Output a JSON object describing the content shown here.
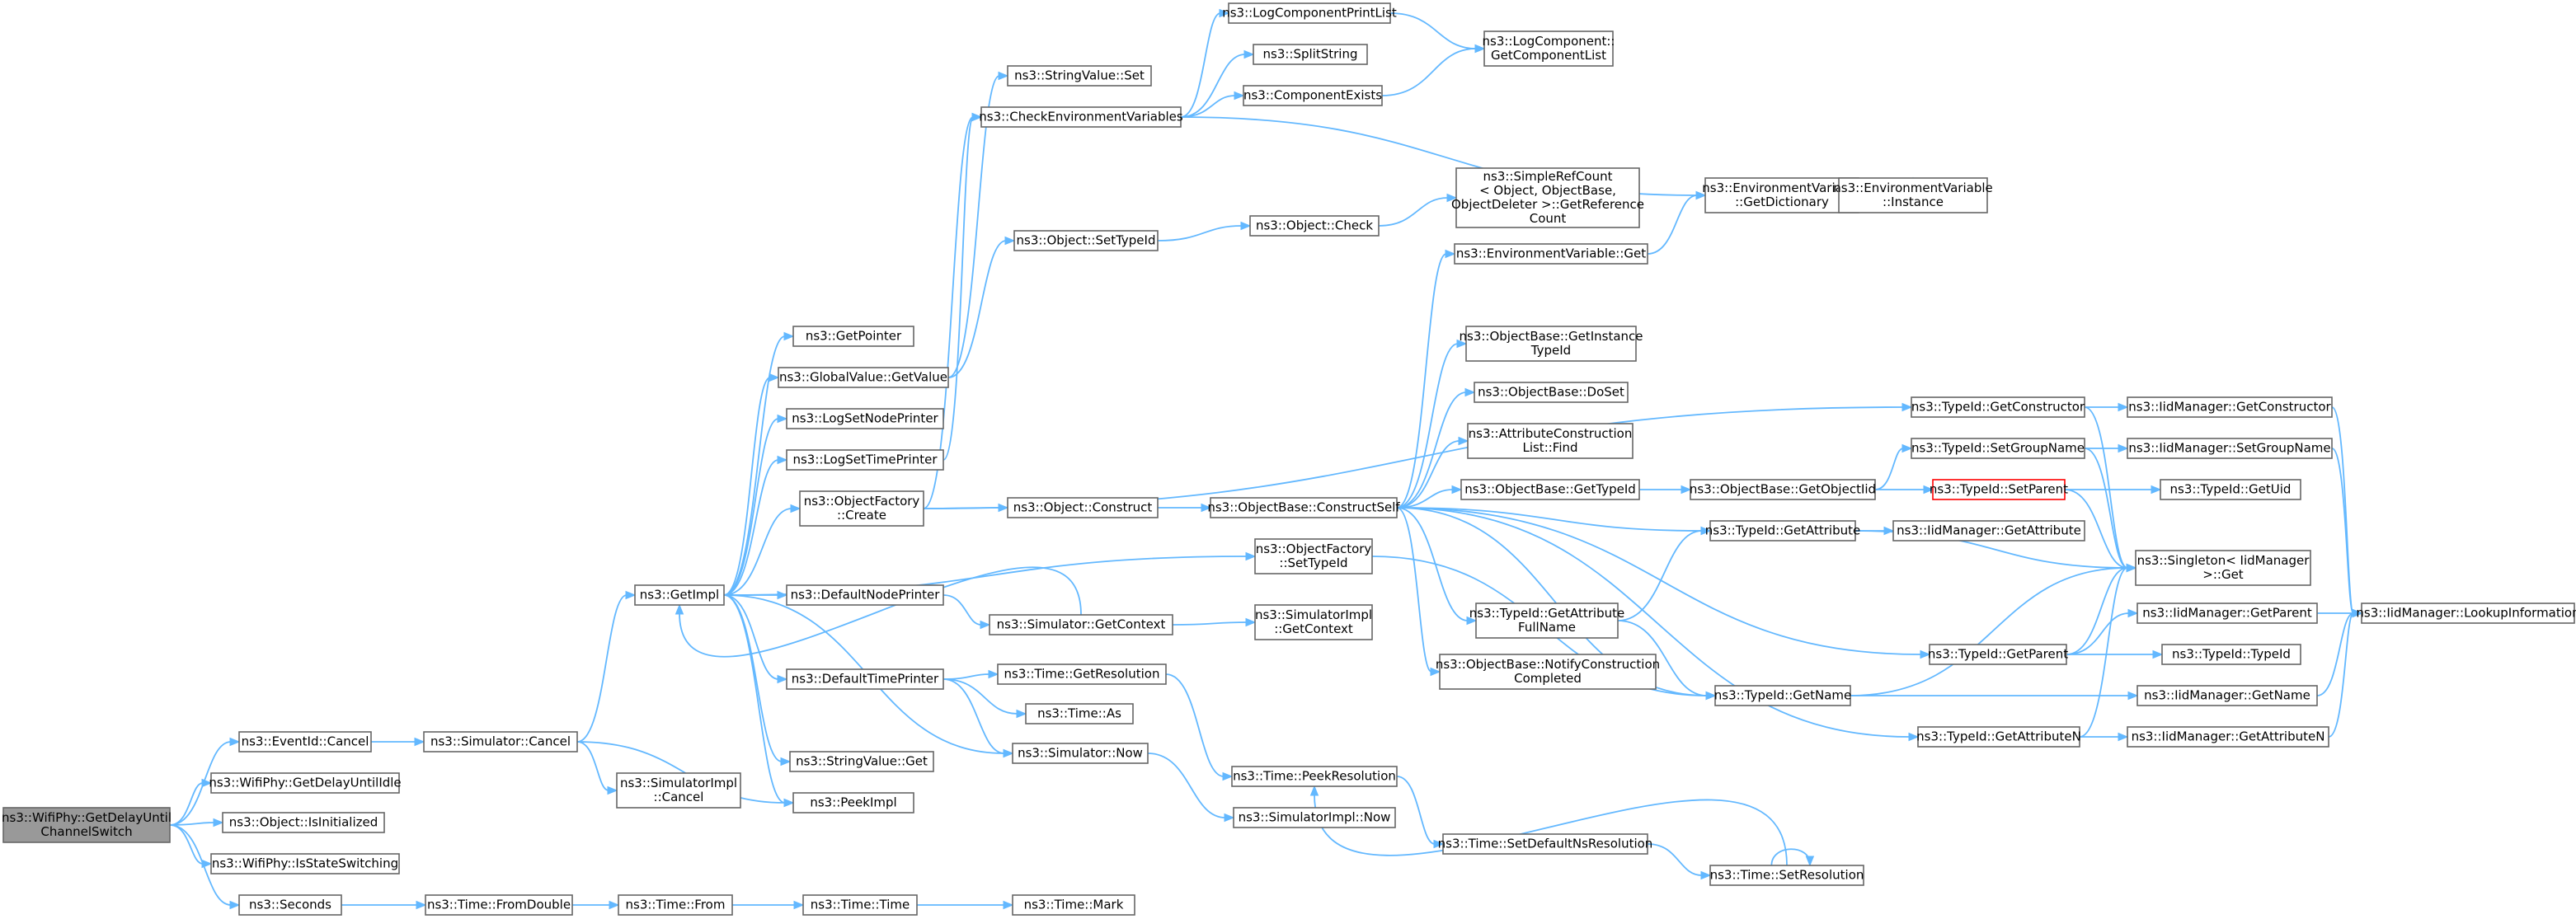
{
  "colors": {
    "edge": "#63b8ff",
    "node_border": "#666666",
    "root_fill": "#999999",
    "highlight_border": "#ff0000"
  },
  "nodes": [
    {
      "id": "root",
      "lines": [
        "ns3::WifiPhy::GetDelayUntil",
        "ChannelSwitch"
      ]
    },
    {
      "id": "eventid_cancel",
      "lines": [
        "ns3::EventId::Cancel"
      ]
    },
    {
      "id": "wifiphy_getdelayidle",
      "lines": [
        "ns3::WifiPhy::GetDelayUntilIdle"
      ]
    },
    {
      "id": "object_isinitialized",
      "lines": [
        "ns3::Object::IsInitialized"
      ]
    },
    {
      "id": "wifiphy_isstateswitching",
      "lines": [
        "ns3::WifiPhy::IsStateSwitching"
      ]
    },
    {
      "id": "seconds",
      "lines": [
        "ns3::Seconds"
      ]
    },
    {
      "id": "simulator_cancel",
      "lines": [
        "ns3::Simulator::Cancel"
      ]
    },
    {
      "id": "time_fromdouble",
      "lines": [
        "ns3::Time::FromDouble"
      ]
    },
    {
      "id": "getimpl",
      "lines": [
        "ns3::GetImpl"
      ]
    },
    {
      "id": "simimpl_cancel",
      "lines": [
        "ns3::SimulatorImpl",
        "::Cancel"
      ]
    },
    {
      "id": "peekimpl",
      "lines": [
        "ns3::PeekImpl"
      ]
    },
    {
      "id": "time_from",
      "lines": [
        "ns3::Time::From"
      ]
    },
    {
      "id": "time_time",
      "lines": [
        "ns3::Time::Time"
      ]
    },
    {
      "id": "time_mark",
      "lines": [
        "ns3::Time::Mark"
      ]
    },
    {
      "id": "getpointer",
      "lines": [
        "ns3::GetPointer"
      ]
    },
    {
      "id": "globalvalue_getvalue",
      "lines": [
        "ns3::GlobalValue::GetValue"
      ]
    },
    {
      "id": "logsetnodeprinter",
      "lines": [
        "ns3::LogSetNodePrinter"
      ]
    },
    {
      "id": "logsettimeprinter",
      "lines": [
        "ns3::LogSetTimePrinter"
      ]
    },
    {
      "id": "objectfactory_create",
      "lines": [
        "ns3::ObjectFactory",
        "::Create"
      ]
    },
    {
      "id": "defaultnodeprinter",
      "lines": [
        "ns3::DefaultNodePrinter"
      ]
    },
    {
      "id": "defaulttimeprinter",
      "lines": [
        "ns3::DefaultTimePrinter"
      ]
    },
    {
      "id": "stringvalue_get",
      "lines": [
        "ns3::StringValue::Get"
      ]
    },
    {
      "id": "stringvalue_set",
      "lines": [
        "ns3::StringValue::Set"
      ]
    },
    {
      "id": "checkenvvars",
      "lines": [
        "ns3::CheckEnvironmentVariables"
      ]
    },
    {
      "id": "object_settypeid",
      "lines": [
        "ns3::Object::SetTypeId"
      ]
    },
    {
      "id": "object_construct",
      "lines": [
        "ns3::Object::Construct"
      ]
    },
    {
      "id": "simulator_getcontext",
      "lines": [
        "ns3::Simulator::GetContext"
      ]
    },
    {
      "id": "time_getresolution",
      "lines": [
        "ns3::Time::GetResolution"
      ]
    },
    {
      "id": "time_as",
      "lines": [
        "ns3::Time::As"
      ]
    },
    {
      "id": "simulator_now",
      "lines": [
        "ns3::Simulator::Now"
      ]
    },
    {
      "id": "logcompprintlist",
      "lines": [
        "ns3::LogComponentPrintList"
      ]
    },
    {
      "id": "splitstring",
      "lines": [
        "ns3::SplitString"
      ]
    },
    {
      "id": "componentexists",
      "lines": [
        "ns3::ComponentExists"
      ]
    },
    {
      "id": "object_check",
      "lines": [
        "ns3::Object::Check"
      ]
    },
    {
      "id": "objectbase_constructself",
      "lines": [
        "ns3::ObjectBase::ConstructSelf"
      ]
    },
    {
      "id": "objectfactory_settypeid",
      "lines": [
        "ns3::ObjectFactory",
        "::SetTypeId"
      ]
    },
    {
      "id": "simimpl_getcontext",
      "lines": [
        "ns3::SimulatorImpl",
        "::GetContext"
      ]
    },
    {
      "id": "time_peekresolution",
      "lines": [
        "ns3::Time::PeekResolution"
      ]
    },
    {
      "id": "simimpl_now",
      "lines": [
        "ns3::SimulatorImpl::Now"
      ]
    },
    {
      "id": "logcomp_getcomplist",
      "lines": [
        "ns3::LogComponent::",
        "GetComponentList"
      ]
    },
    {
      "id": "simplerefcount",
      "lines": [
        "ns3::SimpleRefCount",
        "< Object, ObjectBase,",
        "ObjectDeleter >::GetReference",
        "Count"
      ]
    },
    {
      "id": "envvar_get",
      "lines": [
        "ns3::EnvironmentVariable::Get"
      ]
    },
    {
      "id": "objectbase_getinstancetypeid",
      "lines": [
        "ns3::ObjectBase::GetInstance",
        "TypeId"
      ]
    },
    {
      "id": "objectbase_doset",
      "lines": [
        "ns3::ObjectBase::DoSet"
      ]
    },
    {
      "id": "attrconstructionlist_find",
      "lines": [
        "ns3::AttributeConstruction",
        "List::Find"
      ]
    },
    {
      "id": "objectbase_gettypeid",
      "lines": [
        "ns3::ObjectBase::GetTypeId"
      ]
    },
    {
      "id": "typeid_getattributefullname",
      "lines": [
        "ns3::TypeId::GetAttribute",
        "FullName"
      ]
    },
    {
      "id": "objectbase_notifyconstruction",
      "lines": [
        "ns3::ObjectBase::NotifyConstruction",
        "Completed"
      ]
    },
    {
      "id": "time_setdefaultnsres",
      "lines": [
        "ns3::Time::SetDefaultNsResolution"
      ]
    },
    {
      "id": "envvar_getdictionary",
      "lines": [
        "ns3::EnvironmentVariable",
        "::GetDictionary"
      ]
    },
    {
      "id": "objectbase_getobjectiid",
      "lines": [
        "ns3::ObjectBase::GetObjectIid"
      ]
    },
    {
      "id": "typeid_getattribute",
      "lines": [
        "ns3::TypeId::GetAttribute"
      ]
    },
    {
      "id": "typeid_getname",
      "lines": [
        "ns3::TypeId::GetName"
      ]
    },
    {
      "id": "time_setresolution",
      "lines": [
        "ns3::Time::SetResolution"
      ]
    },
    {
      "id": "envvar_instance",
      "lines": [
        "ns3::EnvironmentVariable",
        "::Instance"
      ]
    },
    {
      "id": "typeid_getconstructor",
      "lines": [
        "ns3::TypeId::GetConstructor"
      ]
    },
    {
      "id": "typeid_setgroupname",
      "lines": [
        "ns3::TypeId::SetGroupName"
      ]
    },
    {
      "id": "typeid_setparent",
      "lines": [
        "ns3::TypeId::SetParent"
      ]
    },
    {
      "id": "iidmanager_getattribute",
      "lines": [
        "ns3::IidManager::GetAttribute"
      ]
    },
    {
      "id": "typeid_getparent",
      "lines": [
        "ns3::TypeId::GetParent"
      ]
    },
    {
      "id": "typeid_getattributen",
      "lines": [
        "ns3::TypeId::GetAttributeN"
      ]
    },
    {
      "id": "iidmanager_getconstructor",
      "lines": [
        "ns3::IidManager::GetConstructor"
      ]
    },
    {
      "id": "iidmanager_setgroupname",
      "lines": [
        "ns3::IidManager::SetGroupName"
      ]
    },
    {
      "id": "typeid_getuid",
      "lines": [
        "ns3::TypeId::GetUid"
      ]
    },
    {
      "id": "singleton_get",
      "lines": [
        "ns3::Singleton< IidManager",
        ">::Get"
      ]
    },
    {
      "id": "iidmanager_getparent",
      "lines": [
        "ns3::IidManager::GetParent"
      ]
    },
    {
      "id": "typeid_typeid",
      "lines": [
        "ns3::TypeId::TypeId"
      ]
    },
    {
      "id": "iidmanager_getname",
      "lines": [
        "ns3::IidManager::GetName"
      ]
    },
    {
      "id": "iidmanager_getattributen",
      "lines": [
        "ns3::IidManager::GetAttributeN"
      ]
    },
    {
      "id": "iidmanager_lookupinfo",
      "lines": [
        "ns3::IidManager::LookupInformation"
      ]
    }
  ],
  "edges": [
    [
      "root",
      "eventid_cancel"
    ],
    [
      "root",
      "wifiphy_getdelayidle"
    ],
    [
      "root",
      "object_isinitialized"
    ],
    [
      "root",
      "wifiphy_isstateswitching"
    ],
    [
      "root",
      "seconds"
    ],
    [
      "eventid_cancel",
      "simulator_cancel"
    ],
    [
      "simulator_cancel",
      "getimpl"
    ],
    [
      "simulator_cancel",
      "simimpl_cancel"
    ],
    [
      "simulator_cancel",
      "peekimpl"
    ],
    [
      "seconds",
      "time_fromdouble"
    ],
    [
      "time_fromdouble",
      "time_from"
    ],
    [
      "time_from",
      "time_time"
    ],
    [
      "time_time",
      "time_mark"
    ],
    [
      "getimpl",
      "getpointer"
    ],
    [
      "getimpl",
      "globalvalue_getvalue"
    ],
    [
      "getimpl",
      "logsetnodeprinter"
    ],
    [
      "getimpl",
      "logsettimeprinter"
    ],
    [
      "getimpl",
      "objectfactory_create"
    ],
    [
      "getimpl",
      "objectfactory_settypeid"
    ],
    [
      "getimpl",
      "defaultnodeprinter"
    ],
    [
      "getimpl",
      "defaulttimeprinter"
    ],
    [
      "getimpl",
      "stringvalue_get"
    ],
    [
      "getimpl",
      "peekimpl"
    ],
    [
      "getimpl",
      "simulator_now"
    ],
    [
      "globalvalue_getvalue",
      "stringvalue_set"
    ],
    [
      "globalvalue_getvalue",
      "object_settypeid"
    ],
    [
      "logsettimeprinter",
      "checkenvvars"
    ],
    [
      "objectfactory_create",
      "checkenvvars"
    ],
    [
      "objectfactory_create",
      "object_construct"
    ],
    [
      "objectfactory_create",
      "typeid_getconstructor"
    ],
    [
      "defaultnodeprinter",
      "simulator_getcontext"
    ],
    [
      "simulator_getcontext",
      "getimpl"
    ],
    [
      "simulator_getcontext",
      "simimpl_getcontext"
    ],
    [
      "defaulttimeprinter",
      "time_getresolution"
    ],
    [
      "defaulttimeprinter",
      "time_as"
    ],
    [
      "defaulttimeprinter",
      "simulator_now"
    ],
    [
      "simulator_now",
      "simimpl_now"
    ],
    [
      "time_getresolution",
      "time_peekresolution"
    ],
    [
      "checkenvvars",
      "logcompprintlist"
    ],
    [
      "checkenvvars",
      "splitstring"
    ],
    [
      "checkenvvars",
      "componentexists"
    ],
    [
      "checkenvvars",
      "envvar_getdictionary"
    ],
    [
      "logcompprintlist",
      "logcomp_getcomplist"
    ],
    [
      "componentexists",
      "logcomp_getcomplist"
    ],
    [
      "object_settypeid",
      "object_check"
    ],
    [
      "object_check",
      "simplerefcount"
    ],
    [
      "object_construct",
      "objectbase_constructself"
    ],
    [
      "objectbase_constructself",
      "envvar_get"
    ],
    [
      "objectbase_constructself",
      "objectbase_getinstancetypeid"
    ],
    [
      "objectbase_constructself",
      "objectbase_doset"
    ],
    [
      "objectbase_constructself",
      "attrconstructionlist_find"
    ],
    [
      "objectbase_constructself",
      "objectbase_gettypeid"
    ],
    [
      "objectbase_constructself",
      "typeid_getattribute"
    ],
    [
      "objectbase_constructself",
      "typeid_getattributefullname"
    ],
    [
      "objectbase_constructself",
      "objectbase_notifyconstruction"
    ],
    [
      "objectbase_constructself",
      "typeid_getname"
    ],
    [
      "objectbase_constructself",
      "typeid_getparent"
    ],
    [
      "objectbase_constructself",
      "typeid_getattributen"
    ],
    [
      "envvar_get",
      "envvar_getdictionary"
    ],
    [
      "envvar_getdictionary",
      "envvar_instance"
    ],
    [
      "objectbase_gettypeid",
      "objectbase_getobjectiid"
    ],
    [
      "objectbase_getobjectiid",
      "typeid_setgroupname"
    ],
    [
      "objectbase_getobjectiid",
      "typeid_setparent"
    ],
    [
      "typeid_getattributefullname",
      "typeid_getattribute"
    ],
    [
      "typeid_getattributefullname",
      "typeid_getname"
    ],
    [
      "objectfactory_settypeid",
      "typeid_getname"
    ],
    [
      "typeid_getattribute",
      "iidmanager_getattribute"
    ],
    [
      "typeid_getattribute",
      "singleton_get"
    ],
    [
      "typeid_getname",
      "singleton_get"
    ],
    [
      "typeid_getname",
      "iidmanager_getname"
    ],
    [
      "typeid_getconstructor",
      "iidmanager_getconstructor"
    ],
    [
      "typeid_getconstructor",
      "singleton_get"
    ],
    [
      "typeid_setgroupname",
      "iidmanager_setgroupname"
    ],
    [
      "typeid_setgroupname",
      "singleton_get"
    ],
    [
      "typeid_setparent",
      "typeid_getuid"
    ],
    [
      "typeid_setparent",
      "singleton_get"
    ],
    [
      "typeid_getparent",
      "singleton_get"
    ],
    [
      "typeid_getparent",
      "iidmanager_getparent"
    ],
    [
      "typeid_getparent",
      "typeid_typeid"
    ],
    [
      "typeid_getattributen",
      "singleton_get"
    ],
    [
      "typeid_getattributen",
      "iidmanager_getattributen"
    ],
    [
      "iidmanager_getconstructor",
      "iidmanager_lookupinfo"
    ],
    [
      "iidmanager_setgroupname",
      "iidmanager_lookupinfo"
    ],
    [
      "iidmanager_getparent",
      "iidmanager_lookupinfo"
    ],
    [
      "iidmanager_getname",
      "iidmanager_lookupinfo"
    ],
    [
      "iidmanager_getattributen",
      "iidmanager_lookupinfo"
    ],
    [
      "time_peekresolution",
      "time_setdefaultnsres"
    ],
    [
      "time_setdefaultnsres",
      "time_setresolution"
    ],
    [
      "time_setresolution",
      "time_peekresolution"
    ],
    [
      "time_setresolution",
      "time_setresolution"
    ]
  ]
}
